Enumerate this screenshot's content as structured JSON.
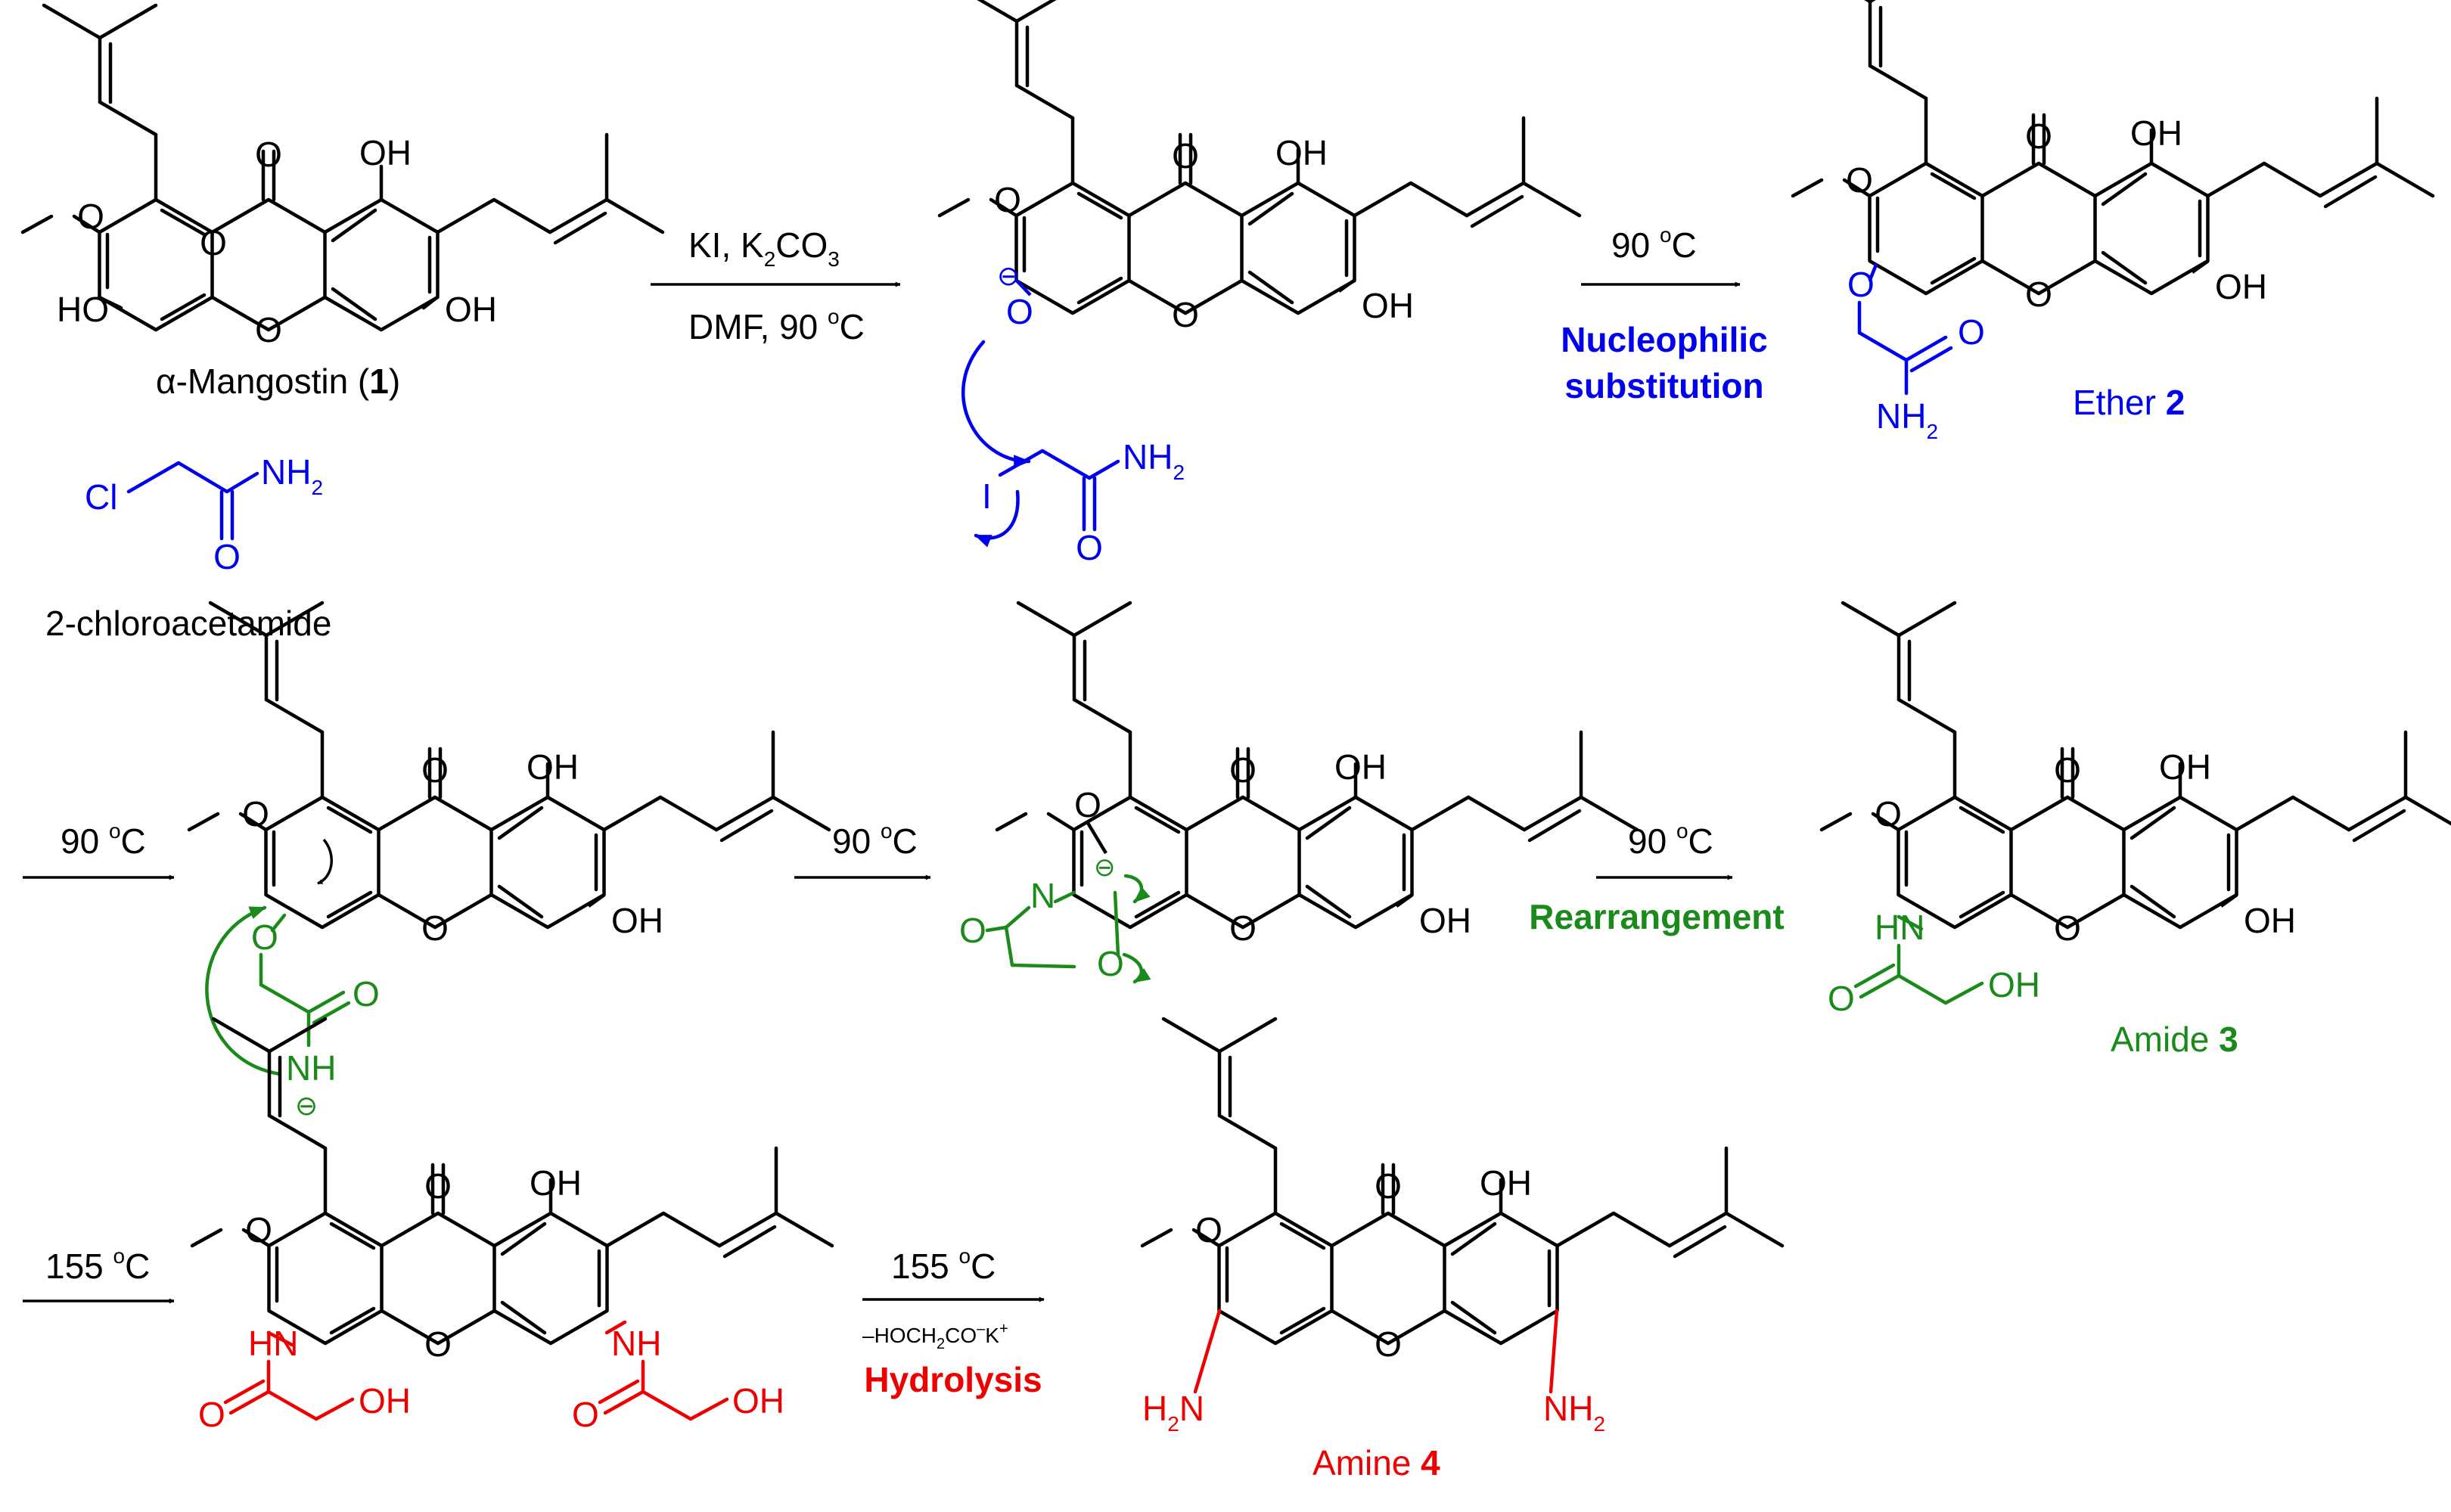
{
  "colors": {
    "black": "#000000",
    "blue": "#0000ee",
    "green": "#1a8a1a",
    "red": "#ee0000"
  },
  "atoms": {
    "O": "O",
    "OH": "OH",
    "HO": "HO",
    "NH": "NH",
    "HN": "HN",
    "N": "N",
    "I": "I",
    "Cl": "Cl",
    "NH2": "NH",
    "H2N": "H",
    "H2N_N": "N",
    "sub2": "2",
    "minus": "⊖"
  },
  "row1": {
    "mangostin_label_a": "α-Mangostin (",
    "mangostin_label_num": "1",
    "mangostin_label_b": ")",
    "reagent_label": "2-chloroacetamide",
    "step1_top_a": "KI, K",
    "step1_top_sub": "2",
    "step1_top_b": "CO",
    "step1_top_sub2": "3",
    "step1_bottom": "DMF, 90 ",
    "step1_bottom_sup": "o",
    "step1_bottom_c": "C",
    "step2_top": "90 ",
    "step2_top_sup": "o",
    "step2_top_c": "C",
    "step2_label_1": "Nucleophilic",
    "step2_label_2": "substitution",
    "ether_label_a": "Ether ",
    "ether_label_num": "2"
  },
  "row2": {
    "step3_top": "90 ",
    "step3_sup": "o",
    "step3_c": "C",
    "step4_top": "90 ",
    "step4_sup": "o",
    "step4_c": "C",
    "step5_top": "90 ",
    "step5_sup": "o",
    "step5_c": "C",
    "step5_label": "Rearrangement",
    "amide_label_a": "Amide ",
    "amide_label_num": "3"
  },
  "row3": {
    "step6_top": "155 ",
    "step6_sup": "o",
    "step6_c": "C",
    "step7_top": "155 ",
    "step7_sup": "o",
    "step7_c": "C",
    "step7_bottom_a": "–HOCH",
    "step7_bottom_sub": "2",
    "step7_bottom_b": "CO",
    "step7_bottom_sup1": "–",
    "step7_bottom_c": "K",
    "step7_bottom_sup2": "+",
    "step7_label": "Hydrolysis",
    "amine_label_a": "Amine ",
    "amine_label_num": "4"
  }
}
